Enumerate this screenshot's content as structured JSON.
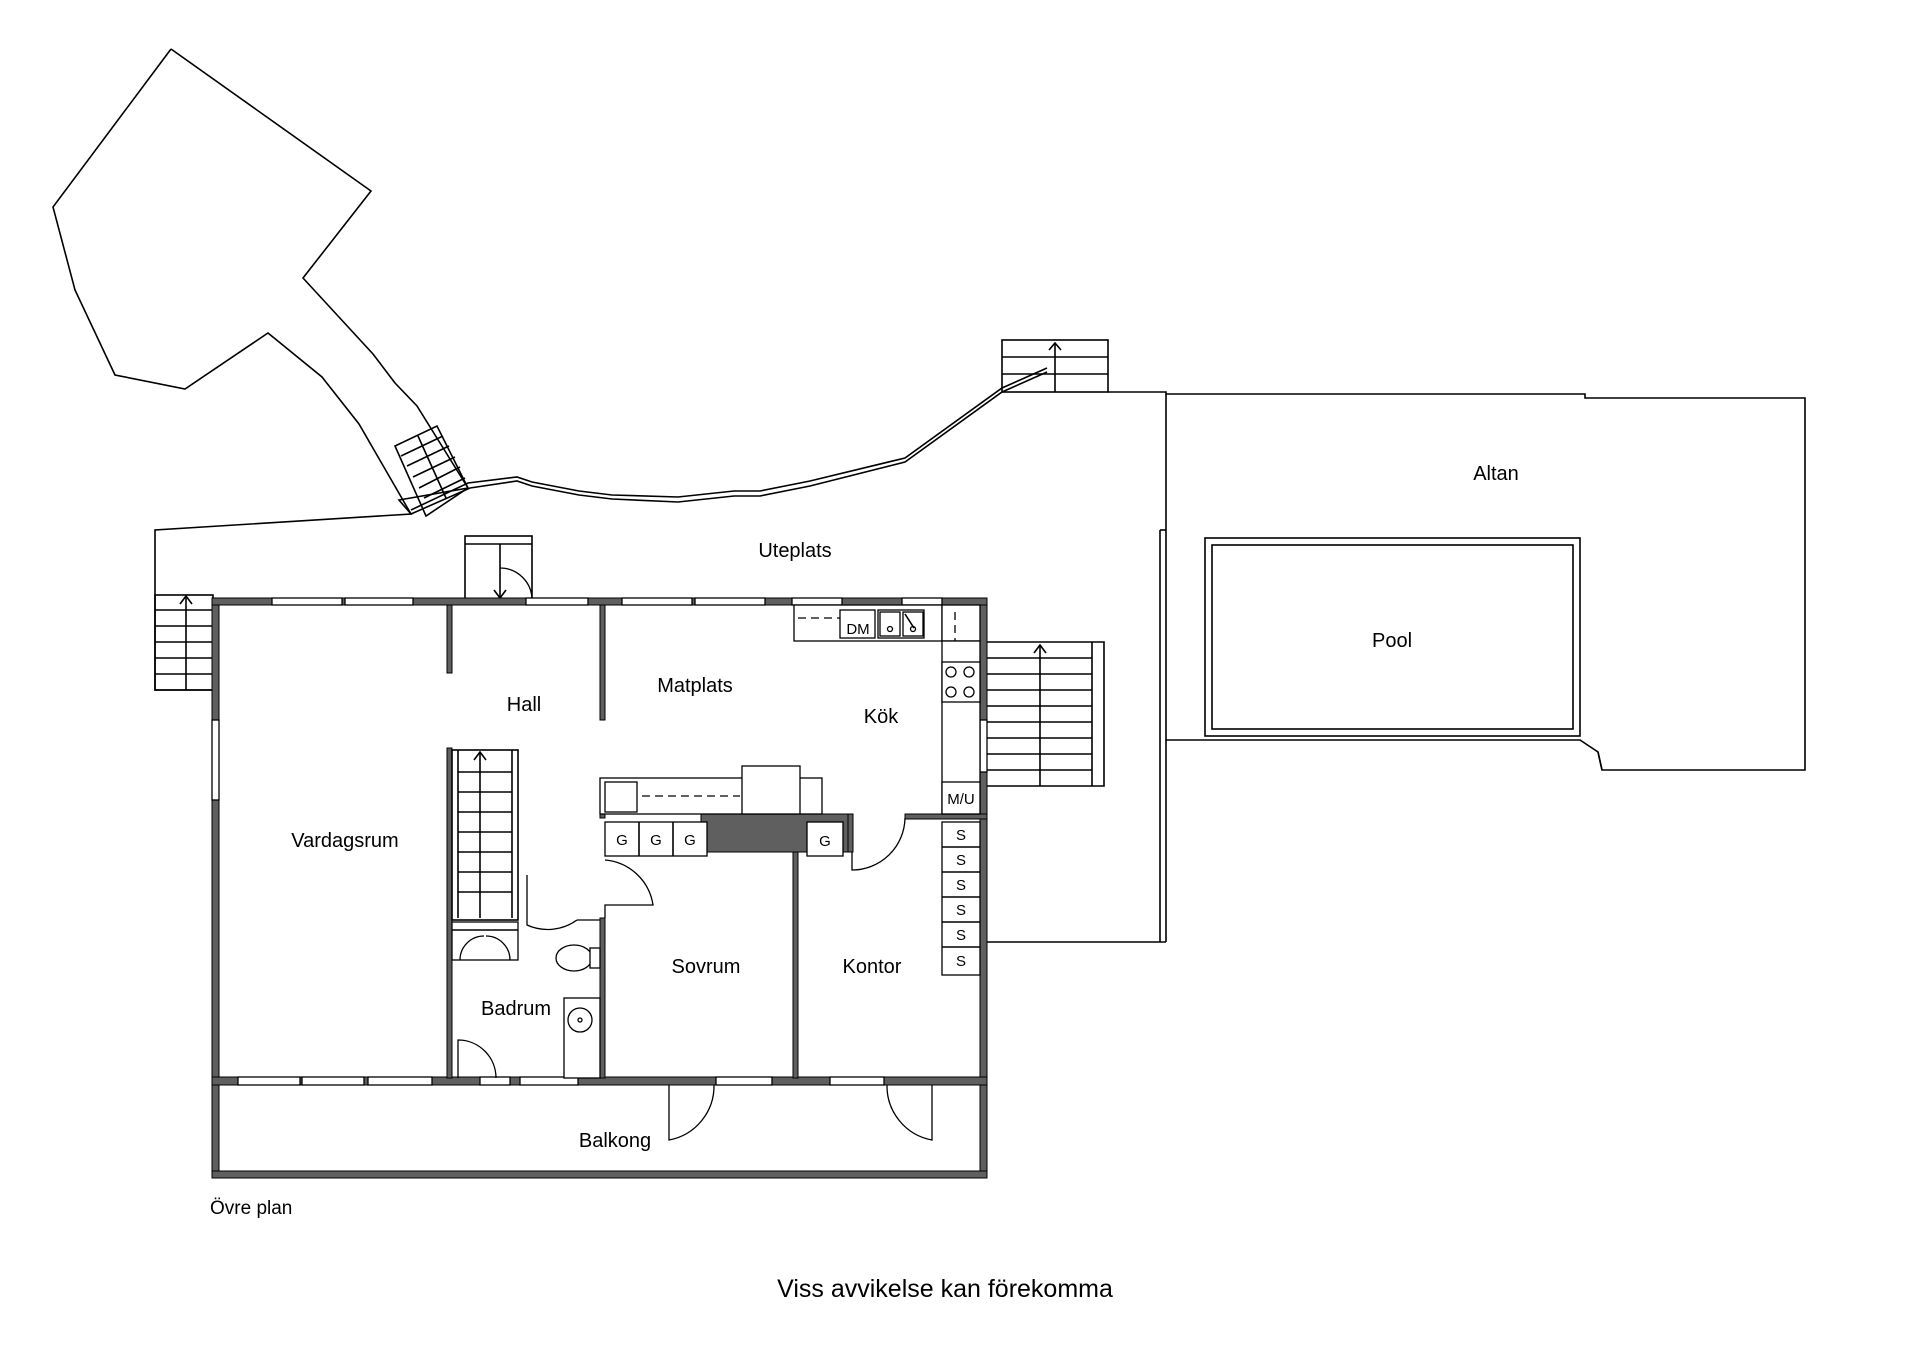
{
  "plan": {
    "title": "Övre plan",
    "disclaimer": "Viss avvikelse kan förekomma"
  },
  "rooms": {
    "altan": "Altan",
    "pool": "Pool",
    "uteplats": "Uteplats",
    "hall": "Hall",
    "matplats": "Matplats",
    "kok": "Kök",
    "vardagsrum": "Vardagsrum",
    "badrum": "Badrum",
    "sovrum": "Sovrum",
    "kontor": "Kontor",
    "balkong": "Balkong"
  },
  "fixtures": {
    "dishwasher": "DM",
    "washer": "M/U",
    "wardrobe": "G",
    "shelf": "S"
  }
}
